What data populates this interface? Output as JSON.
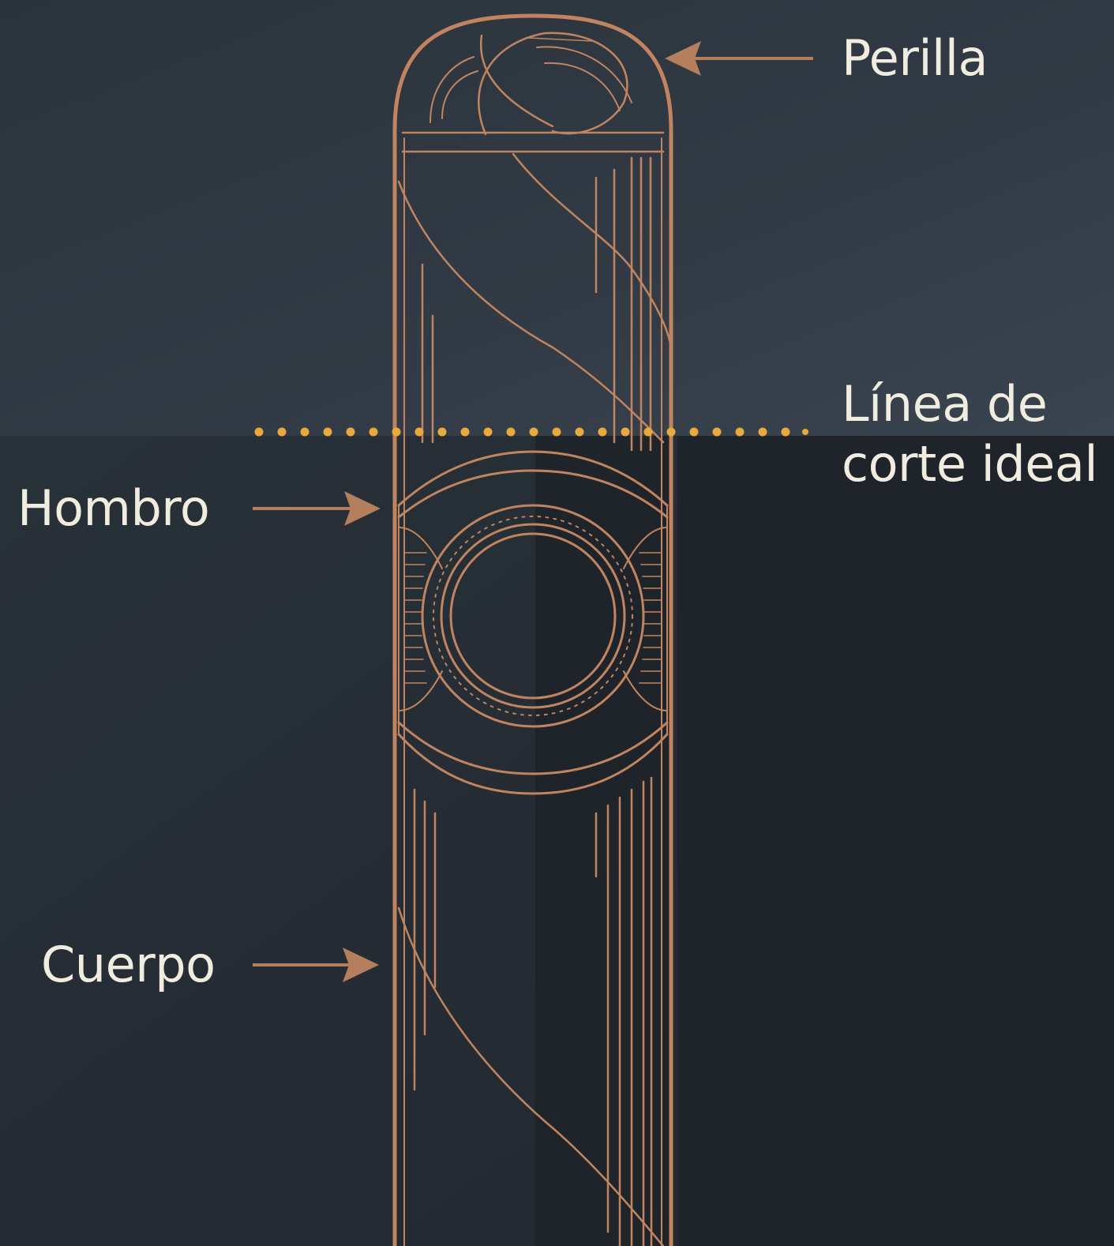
{
  "labels": {
    "perilla": "Perilla",
    "linea_de_corte": "Línea de\ncorte ideal",
    "hombro": "Hombro",
    "cuerpo": "Cuerpo"
  },
  "colors": {
    "background_top": "#2f3841",
    "background_bottom": "#242a31",
    "background_right_panel": "#1e2329",
    "line_copper": "#c08560",
    "arrow_copper": "#b57e5c",
    "cut_line_gold": "#eaa93c",
    "label_text": "#f1ece0"
  }
}
